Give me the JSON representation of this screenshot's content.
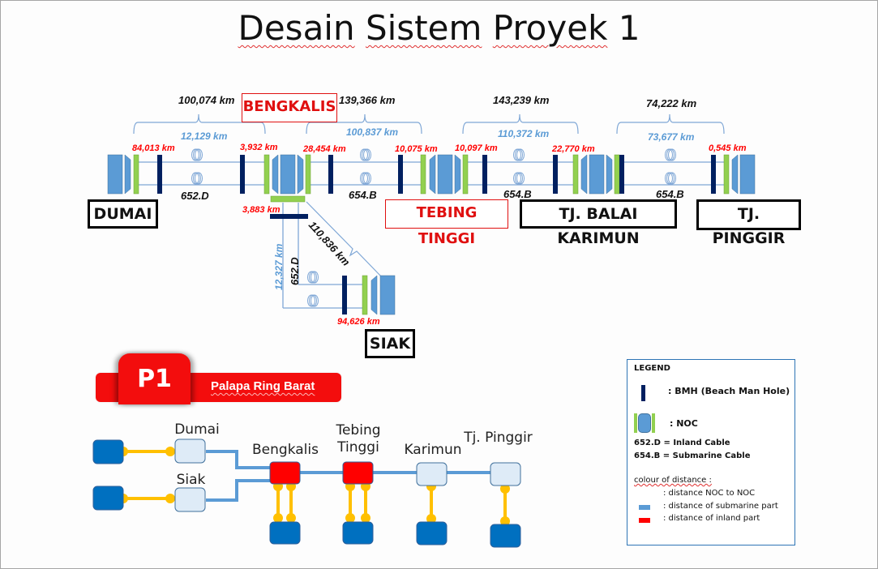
{
  "title": {
    "words": [
      "Desain",
      "Sistem",
      "Proyek"
    ],
    "number": "1"
  },
  "locations": {
    "dumai": "DUMAI",
    "bengkalis": "BENGKALIS",
    "tebing_tinggi": "TEBING TINGGI",
    "tj_balai_karimun": "TJ. BALAI KARIMUN",
    "tj_pinggir": "TJ. PINGGIR",
    "siak": "SIAK"
  },
  "segments": [
    {
      "name": "dumai-bengkalis",
      "total": "100,074 km",
      "submarine": "12,129 km",
      "inland_left": "84,013 km",
      "inland_right": "3,932 km",
      "cable": "652.D"
    },
    {
      "name": "bengkalis-tebing-tinggi",
      "total": "139,366 km",
      "submarine": "100,837 km",
      "inland_left": "28,454 km",
      "inland_right": "10,075 km",
      "cable": "654.B"
    },
    {
      "name": "tebing-tinggi-karimun",
      "total": "143,239 km",
      "submarine": "110,372 km",
      "inland_left": "10,097 km",
      "inland_right": "22,770 km",
      "cable": "654.B"
    },
    {
      "name": "karimun-pinggir",
      "total": "74,222 km",
      "submarine": "73,677 km",
      "inland_right": "0,545 km",
      "cable": "654.B"
    },
    {
      "name": "bengkalis-siak",
      "total": "110,836 km",
      "submarine": "12,327 km",
      "inland_left": "3,883 km",
      "inland_right": "94,626 km",
      "cable": "652.D"
    }
  ],
  "banner": {
    "badge": "P1",
    "label": "Palapa Ring Barat"
  },
  "network": {
    "nodes": [
      "Dumai",
      "Siak",
      "Bengkalis",
      "Tebing Tinggi",
      "Karimun",
      "Tj. Pinggir"
    ],
    "tebing_line1": "Tebing",
    "tebing_line2": "Tinggi"
  },
  "legend": {
    "title": "LEGEND",
    "bmh": ": BMH (Beach Man Hole)",
    "noc": ": NOC",
    "inland_cable": "652.D = Inland Cable",
    "submarine_cable": "654.B = Submarine Cable",
    "colour_title": "colour of distance :",
    "noc_to_noc": ": distance NOC to NOC",
    "submarine_part": ": distance of submarine part",
    "inland_part": ": distance of inland part"
  },
  "colors": {
    "noc_blue": "#5b9bd5",
    "noc_green": "#92d050",
    "bmh_navy": "#002060",
    "distance_red": "#ff0000",
    "distance_blue": "#5b9bd5",
    "node_red": "#ff0000",
    "node_dark_blue": "#0070c0",
    "node_light": "#deebf7",
    "link_yellow": "#ffc000",
    "banner_red": "#f30d0d"
  }
}
